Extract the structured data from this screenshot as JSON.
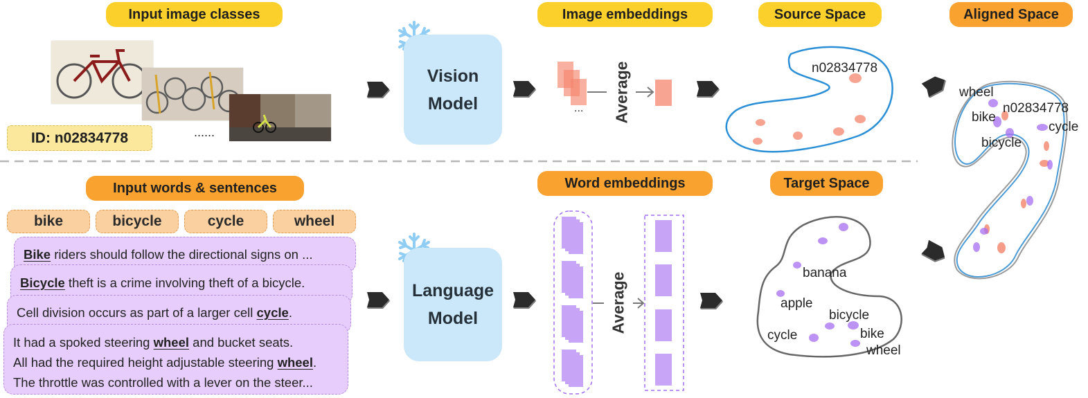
{
  "top": {
    "input_title": "Input image classes",
    "id_label": "ID: n02834778",
    "ellipsis": "......",
    "vision_model": [
      "Vision",
      "Model"
    ],
    "image_emb_title": "Image embeddings",
    "stack_dots": "...",
    "average": "Average",
    "source_title": "Source Space",
    "source_label": "n02834778"
  },
  "aligned": {
    "title": "Aligned Space",
    "labels": [
      "wheel",
      "bike",
      "n02834778",
      "cycle",
      "bicycle"
    ]
  },
  "bottom": {
    "input_title": "Input words & sentences",
    "words": [
      "bike",
      "bicycle",
      "cycle",
      "wheel"
    ],
    "sentences": [
      {
        "kw": "Bike",
        "rest": " riders should follow the directional signs on ..."
      },
      {
        "kw": "Bicycle",
        "rest": " theft is a crime involving theft of a bicycle."
      },
      {
        "pre": "Cell division occurs as part of a larger cell ",
        "kw": "cycle",
        "post": "."
      },
      {
        "pre": "It had a spoked steering ",
        "kw": "wheel",
        "post": " and bucket seats."
      },
      {
        "pre": "All had the required height adjustable steering ",
        "kw": "wheel",
        "post": "."
      },
      {
        "pre": "The throttle was controlled with a lever on the steer..."
      }
    ],
    "language_model": [
      "Language",
      "Model"
    ],
    "word_emb_title": "Word embeddings",
    "average": "Average",
    "target_title": "Target Space",
    "target_labels": [
      "banana",
      "apple",
      "bicycle",
      "cycle",
      "bike",
      "wheel"
    ]
  },
  "icons": [
    "snowflake-icon",
    "arrow-icon"
  ],
  "colors": {
    "yellow_pill": "#fcd02b",
    "orange_pill": "#f9a22f",
    "model_box": "#cbe8fb",
    "sentence_card": "#e7cdfb",
    "image_emb": "#f4856e",
    "word_emb": "#9b5bf0",
    "source_outline": "#2a8fd6",
    "target_outline": "#666666"
  }
}
